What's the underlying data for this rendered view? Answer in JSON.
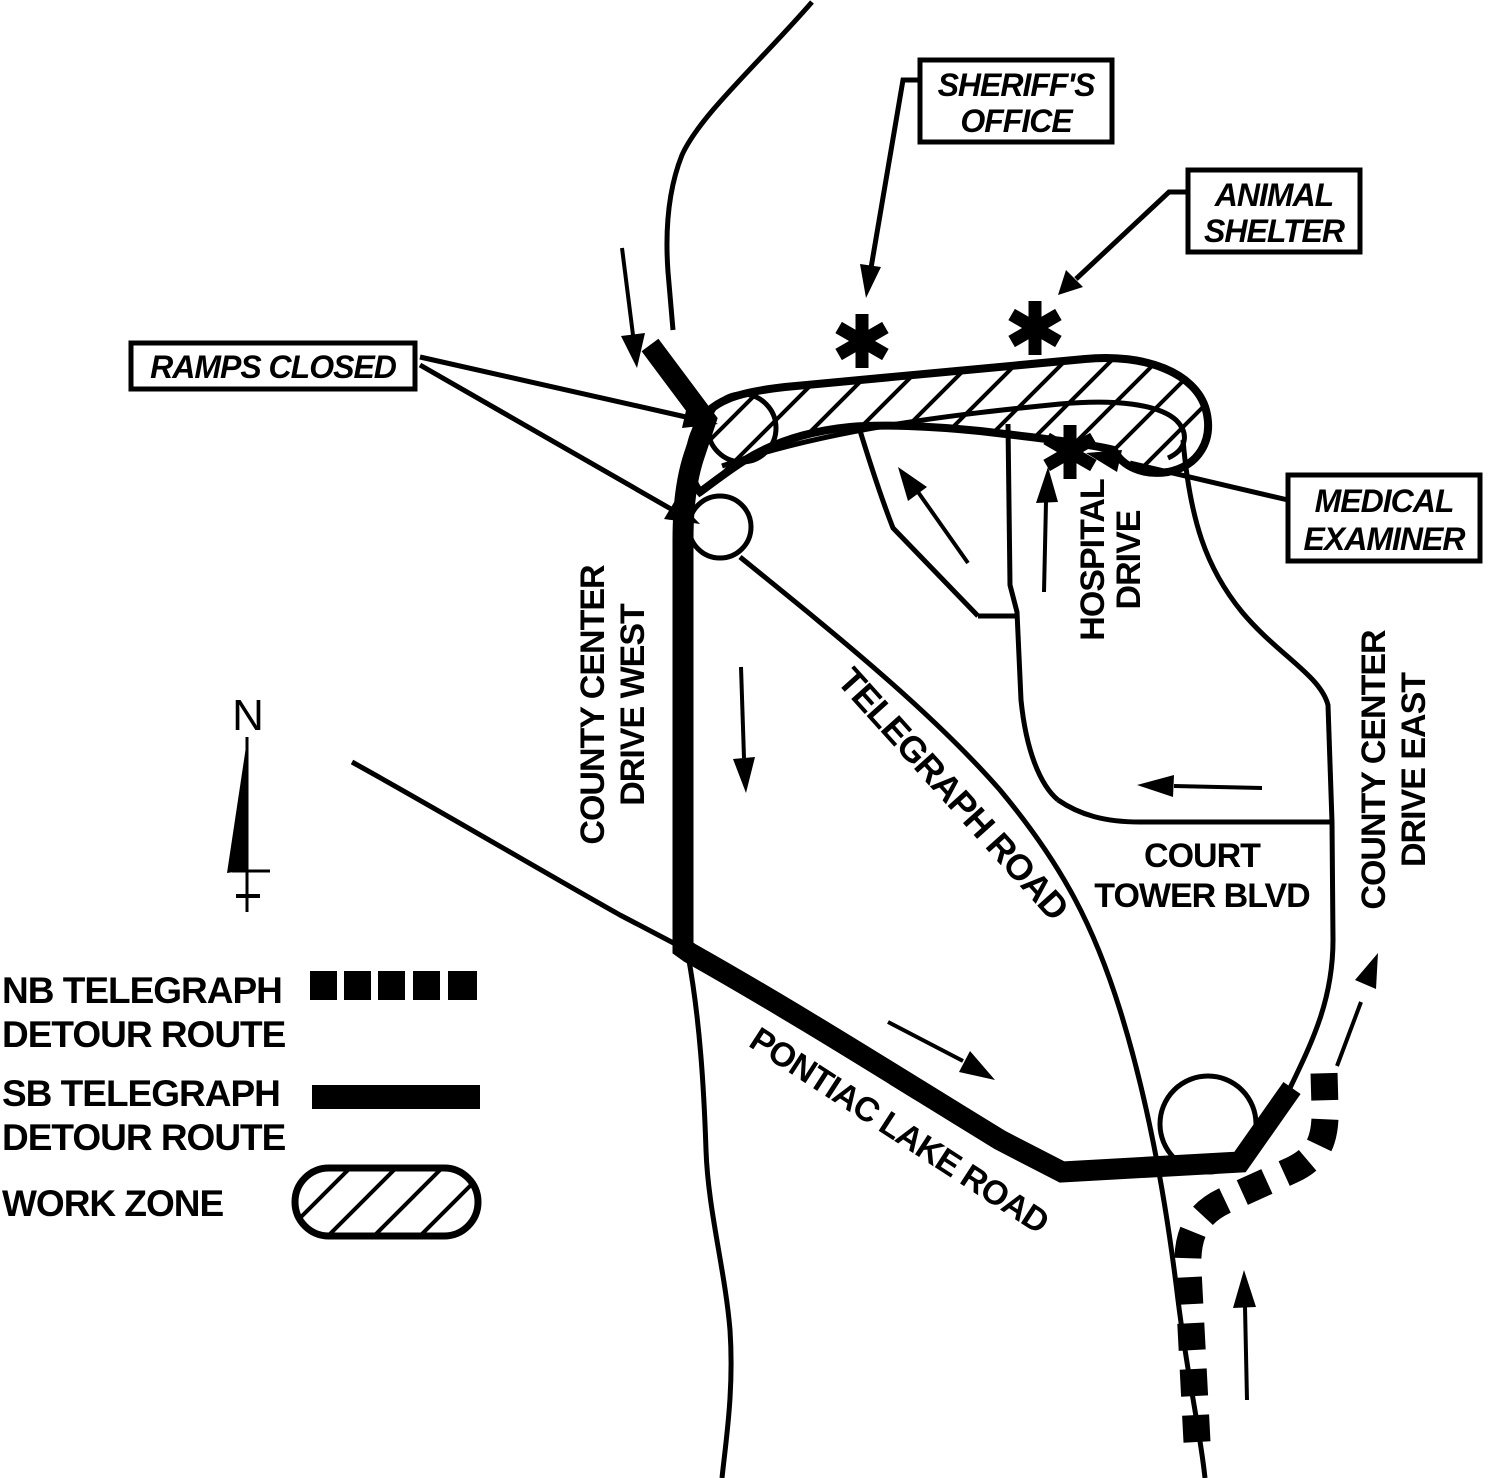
{
  "page": {
    "background": "#ffffff",
    "ink": "#000000"
  },
  "map": {
    "callouts": {
      "sheriffs_office": {
        "line1": "SHERIFF'S",
        "line2": "OFFICE"
      },
      "animal_shelter": {
        "line1": "ANIMAL",
        "line2": "SHELTER"
      },
      "ramps_closed": {
        "label": "RAMPS CLOSED"
      },
      "medical_examiner": {
        "line1": "MEDICAL",
        "line2": "EXAMINER"
      }
    },
    "roads": {
      "county_center_drive_west": {
        "line1": "COUNTY CENTER",
        "line2": "DRIVE WEST"
      },
      "telegraph_road": {
        "label": "TELEGRAPH ROAD"
      },
      "hospital_drive": {
        "line1": "HOSPITAL",
        "line2": "DRIVE"
      },
      "court_tower_blvd": {
        "line1": "COURT",
        "line2": "TOWER BLVD"
      },
      "county_center_drive_east": {
        "line1": "COUNTY CENTER",
        "line2": "DRIVE EAST"
      },
      "pontiac_lake_road": {
        "label": "PONTIAC LAKE ROAD"
      }
    },
    "north_label": "N",
    "poi_marker": "asterisk"
  },
  "legend": {
    "nb_detour": {
      "line1": "NB TELEGRAPH",
      "line2": "DETOUR ROUTE"
    },
    "sb_detour": {
      "line1": "SB TELEGRAPH",
      "line2": "DETOUR ROUTE"
    },
    "work_zone": {
      "label": "WORK ZONE"
    }
  }
}
